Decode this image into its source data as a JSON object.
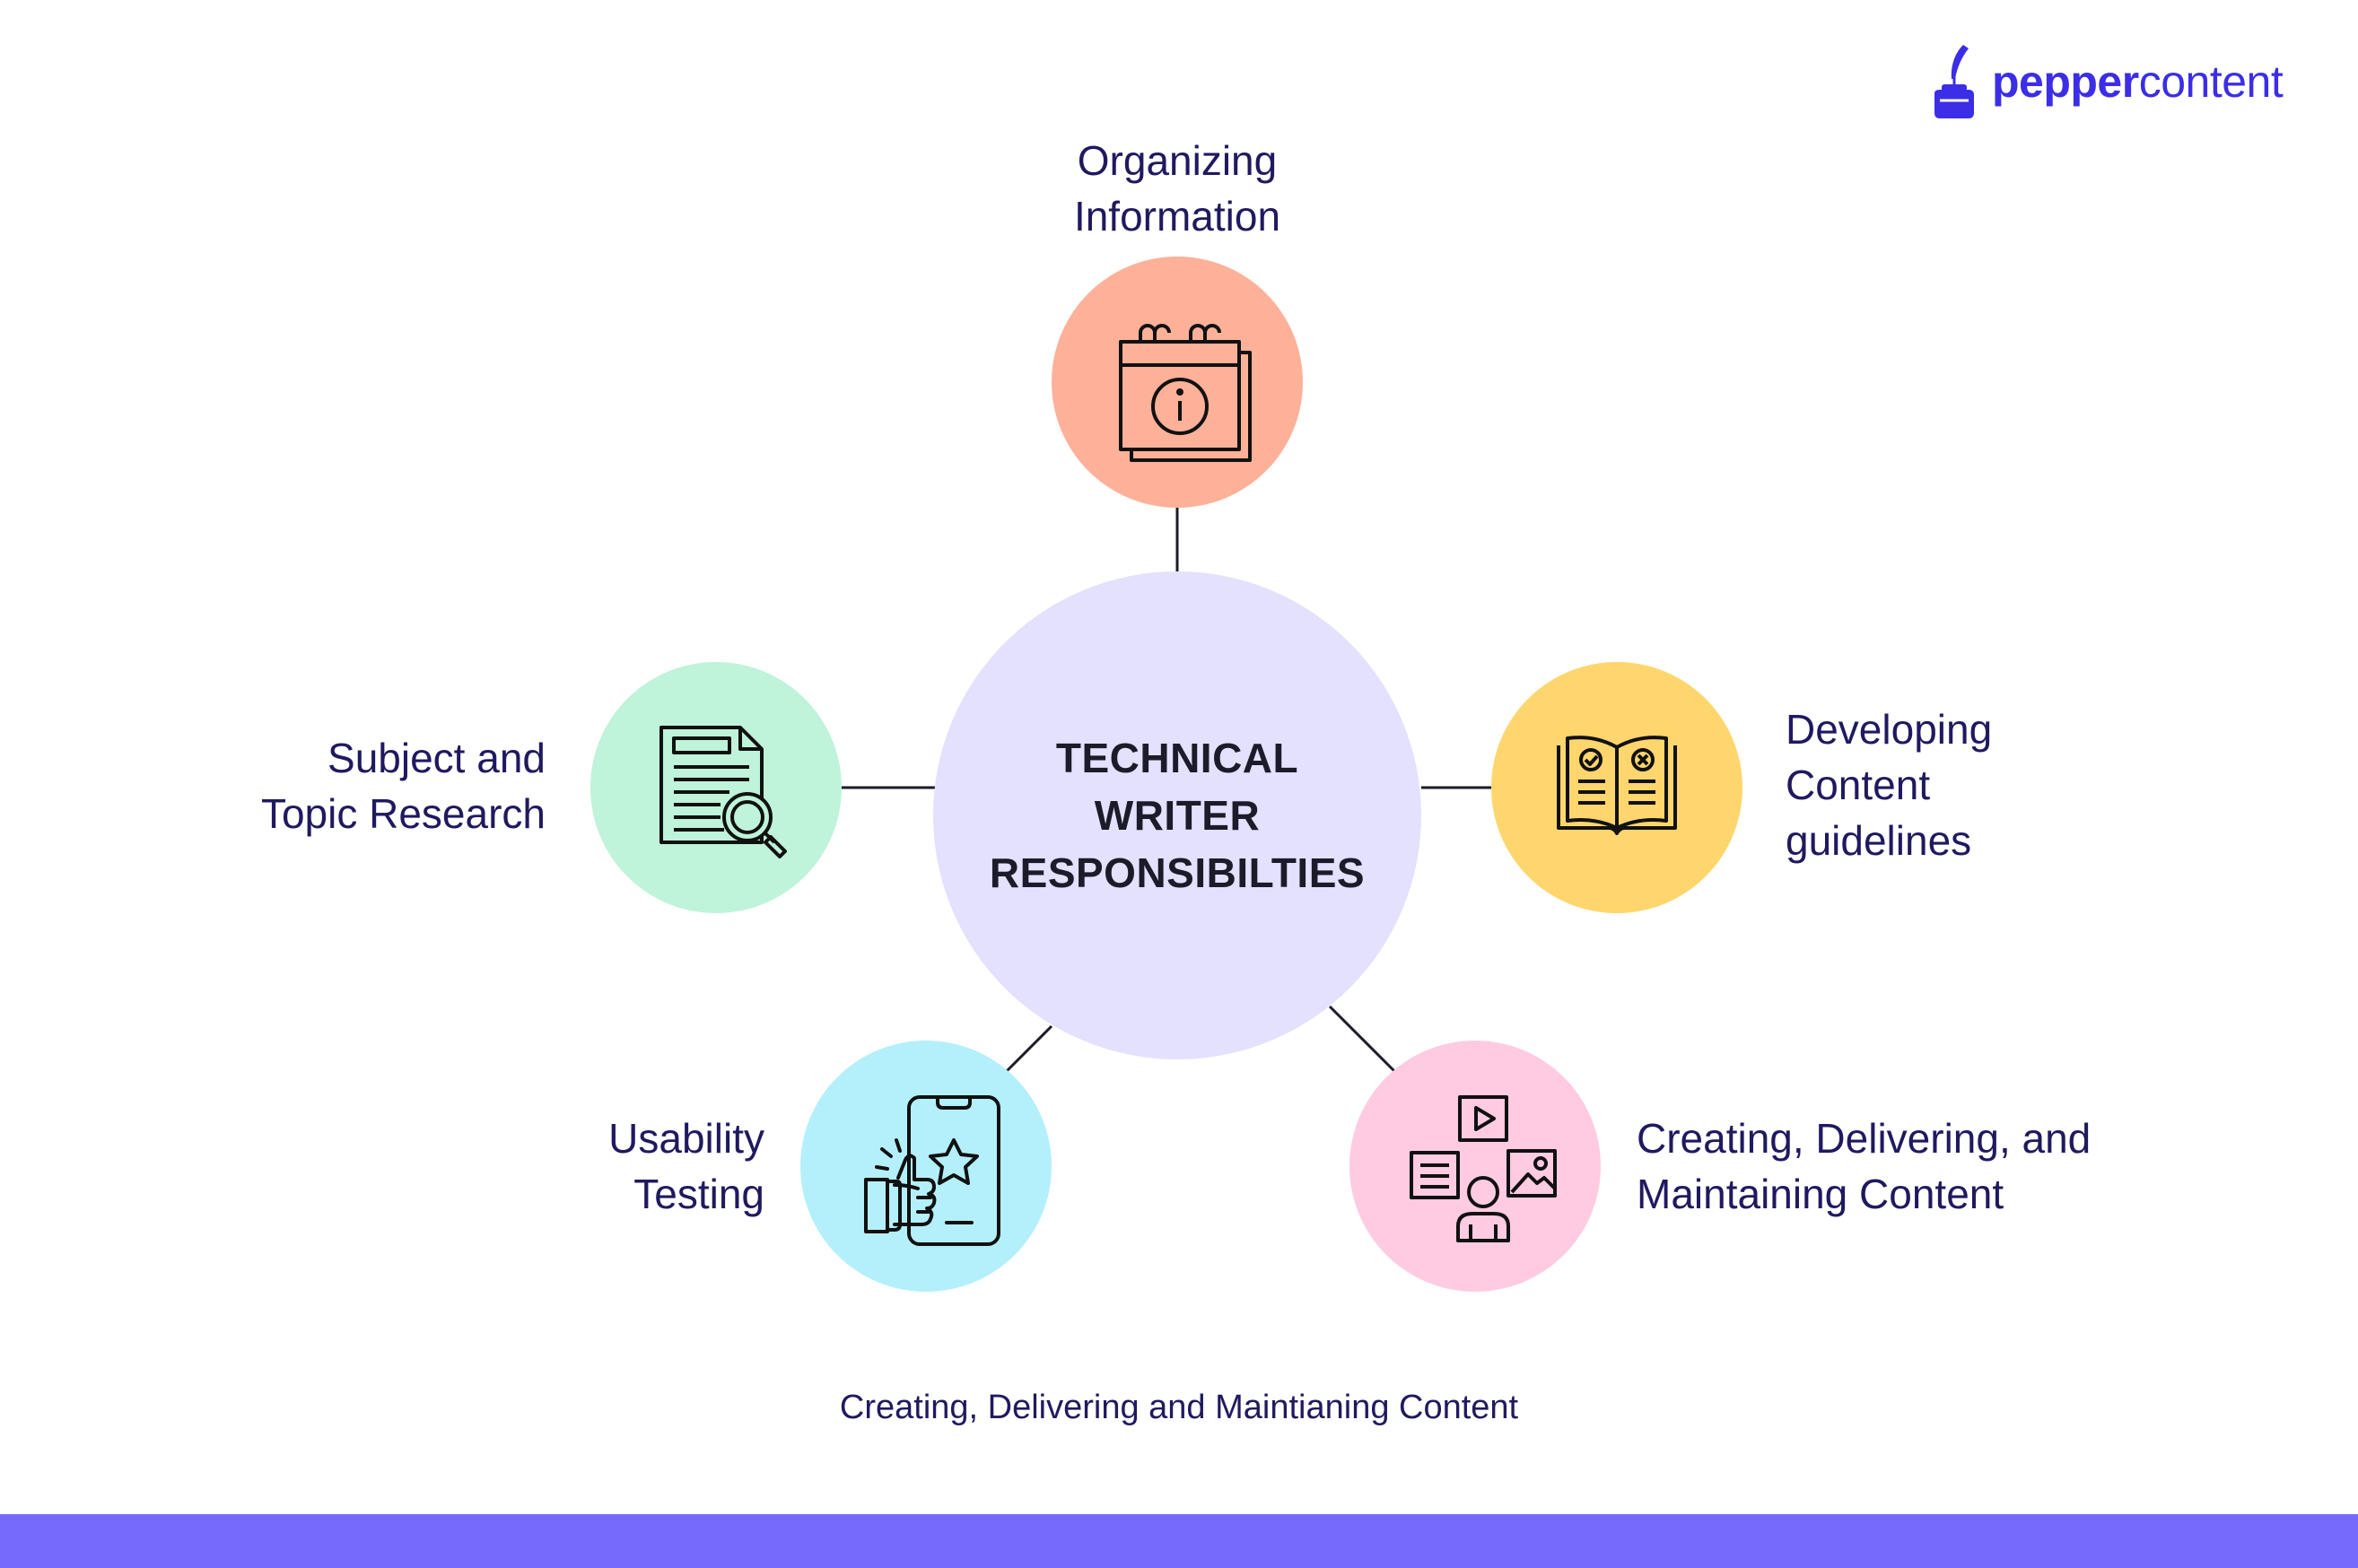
{
  "logo": {
    "name_bold": "pepper",
    "name_regular": "content",
    "icon": "inkwell-quill-icon"
  },
  "center": {
    "lines": [
      "TECHNICAL",
      "WRITER",
      "RESPONSIBILTIES"
    ]
  },
  "nodes": [
    {
      "id": "organizing",
      "label_lines": [
        "Organizing",
        "Information"
      ],
      "icon": "calendar-info-icon",
      "color": "#fdb199"
    },
    {
      "id": "developing",
      "label_lines": [
        "Developing",
        "Content",
        "guidelines"
      ],
      "icon": "open-book-checklist-icon",
      "color": "#fed66d"
    },
    {
      "id": "creating",
      "label_lines": [
        "Creating, Delivering, and",
        "Maintaining Content"
      ],
      "icon": "multimedia-content-icon",
      "color": "#fecbe2"
    },
    {
      "id": "usability",
      "label_lines": [
        "Usability",
        "Testing"
      ],
      "icon": "phone-thumbs-up-icon",
      "color": "#b4f0fb"
    },
    {
      "id": "research",
      "label_lines": [
        "Subject and",
        "Topic Research"
      ],
      "icon": "document-search-icon",
      "color": "#bff3da"
    }
  ],
  "caption": "Creating, Delivering and Maintianing Content",
  "colors": {
    "text": "#1f1a5f",
    "center_fill": "#e3e1fd",
    "connector": "#1b1b2a",
    "bottom_bar": "#766afd",
    "brand": "#3b2ee6"
  }
}
